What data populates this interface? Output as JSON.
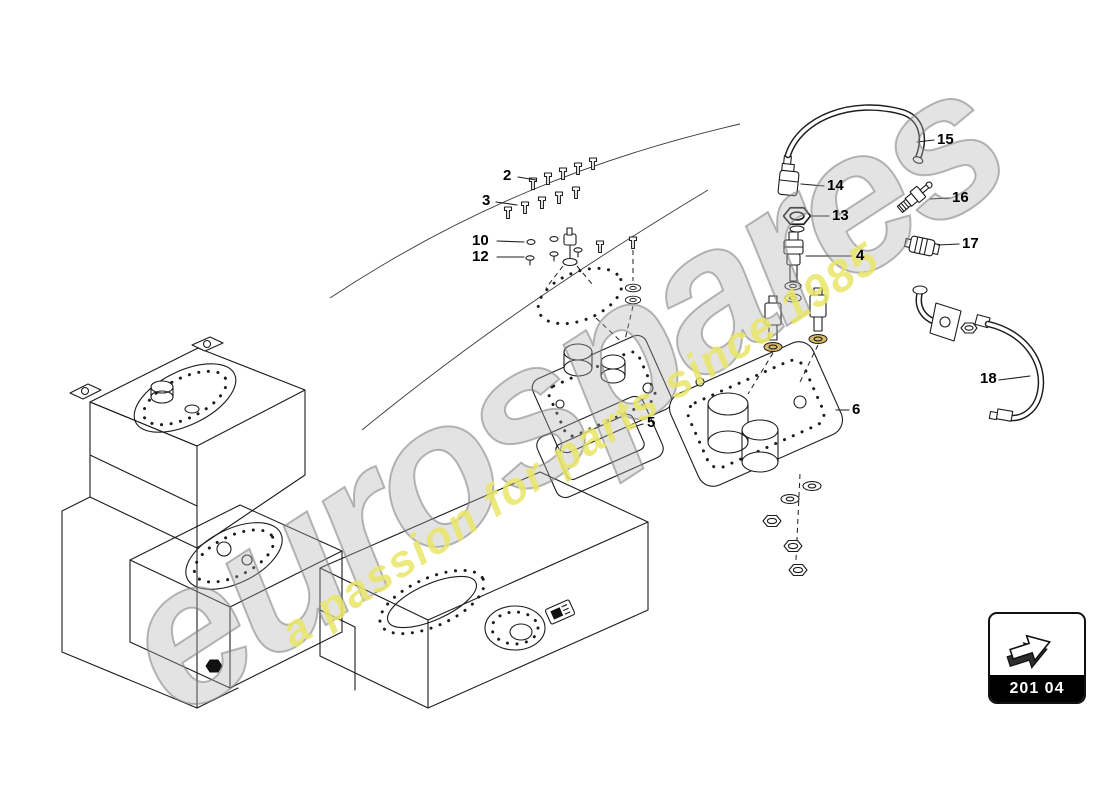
{
  "watermark": {
    "brand": "eurospares",
    "tagline": "a passion for parts since 1985",
    "brand_color": "#b0b0b0",
    "tagline_color": "#e9e667"
  },
  "part_box": {
    "code": "201 04",
    "icon": "arrow-up-right-icon"
  },
  "callouts": {
    "c2": {
      "label": "2"
    },
    "c3": {
      "label": "3"
    },
    "c4": {
      "label": "4"
    },
    "c5": {
      "label": "5"
    },
    "c6": {
      "label": "6"
    },
    "c10": {
      "label": "10"
    },
    "c12": {
      "label": "12"
    },
    "c13": {
      "label": "13"
    },
    "c14": {
      "label": "14"
    },
    "c15": {
      "label": "15"
    },
    "c16": {
      "label": "16"
    },
    "c17": {
      "label": "17"
    },
    "c18": {
      "label": "18"
    }
  },
  "colors": {
    "line": "#1c1c1c",
    "washer_gold": "#d8ba6a",
    "background": "#ffffff"
  }
}
